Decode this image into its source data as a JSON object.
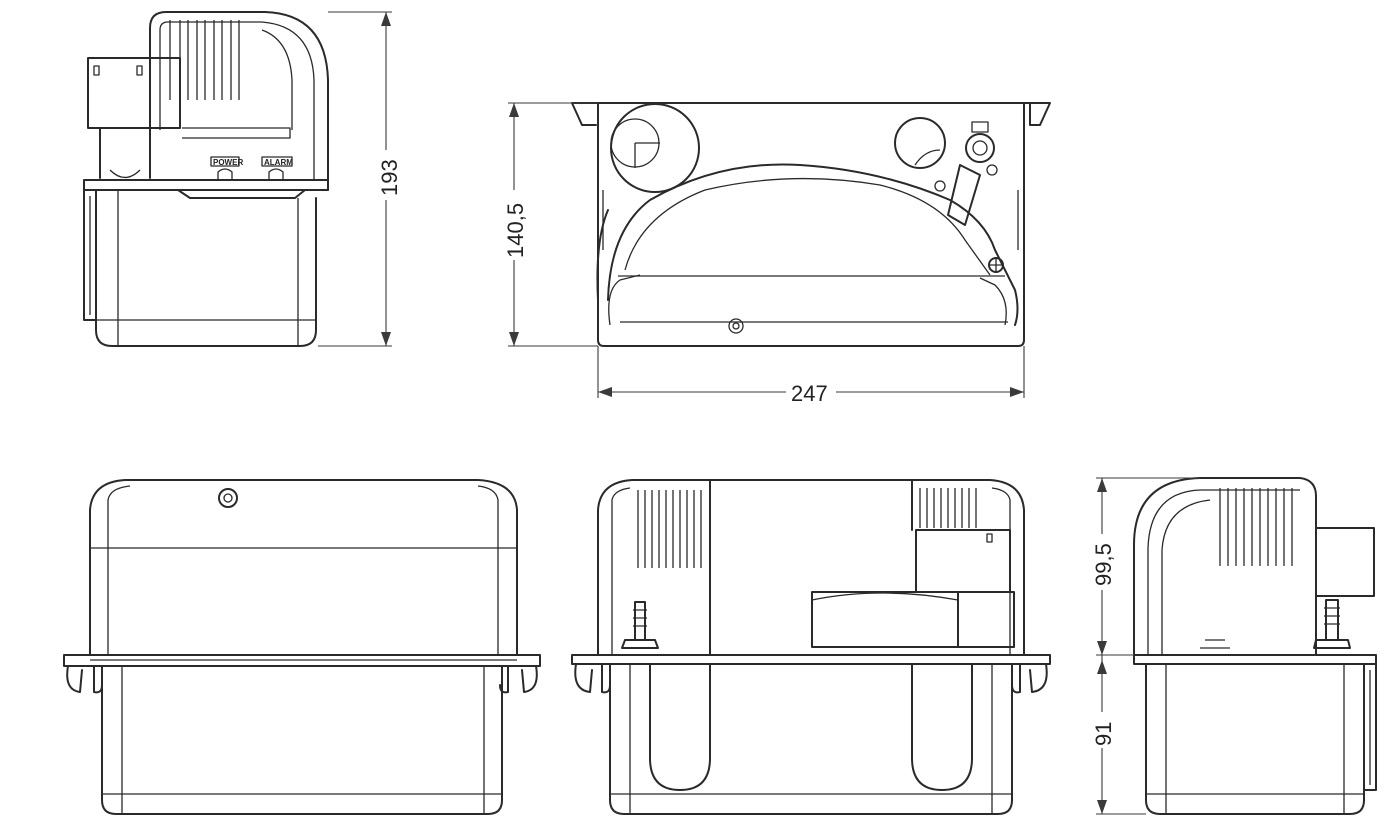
{
  "dimensions": {
    "side_height": "193",
    "top_depth": "140,5",
    "top_width": "247",
    "upper_height": "99,5",
    "lower_height": "91"
  },
  "labels": {
    "power": "POWER",
    "alarm": "ALARM"
  },
  "colors": {
    "line": "#2a2a2a",
    "background": "#ffffff"
  }
}
